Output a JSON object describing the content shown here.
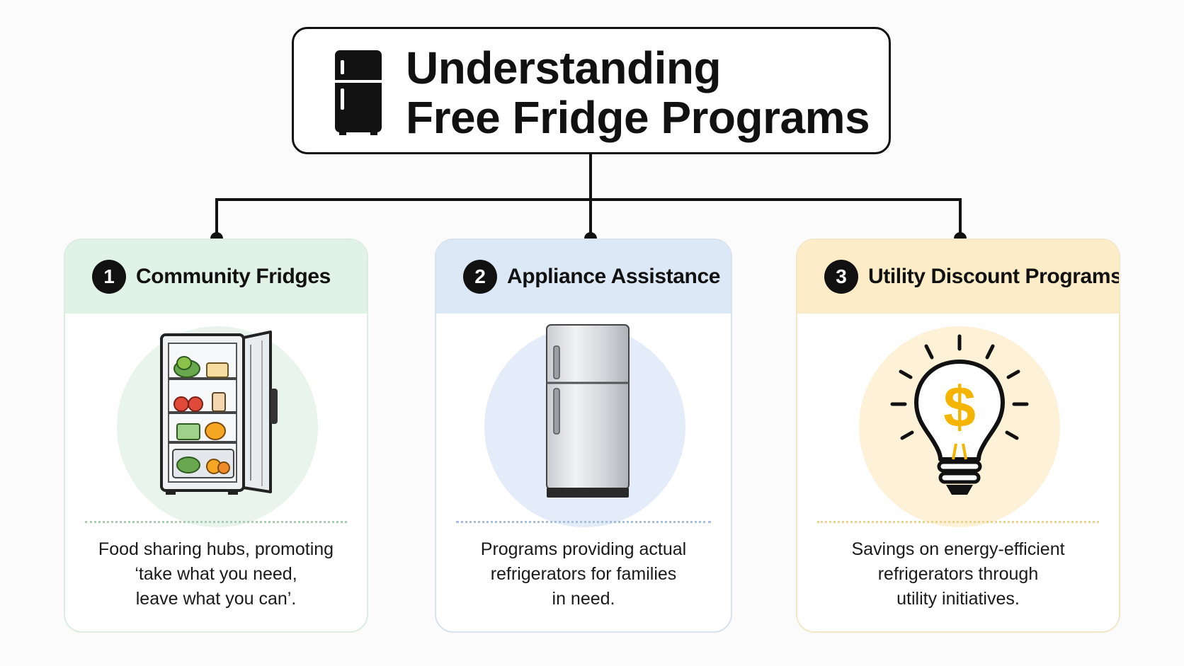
{
  "title": {
    "line1": "Understanding",
    "line2": "Free Fridge Programs",
    "icon": "fridge-icon"
  },
  "cards": [
    {
      "number": "1",
      "title": "Community Fridges",
      "illustration": "open-fridge-with-food-icon",
      "accent": "#e1f2e6",
      "description": [
        "Food sharing hubs, promoting",
        "‘take what you need,",
        "leave what you can’."
      ]
    },
    {
      "number": "2",
      "title": "Appliance Assistance",
      "illustration": "stainless-refrigerator-icon",
      "accent": "#dde8f7",
      "description": [
        "Programs providing actual",
        "refrigerators for families",
        "in need."
      ]
    },
    {
      "number": "3",
      "title": "Utility Discount Programs",
      "illustration": "lightbulb-dollar-icon",
      "accent": "#fcecc8",
      "description": [
        "Savings on energy-efficient",
        "refrigerators through",
        "utility initiatives."
      ]
    }
  ]
}
